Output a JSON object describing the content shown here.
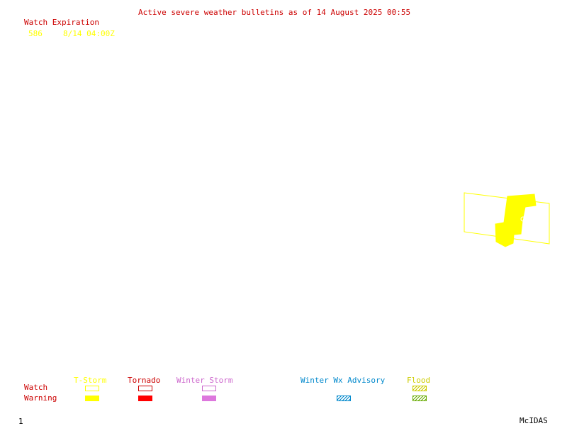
{
  "header": {
    "title": "Active severe weather bulletins as of 14 August 2025 00:55",
    "title_color": "#cc0000"
  },
  "watch_list": {
    "heading": "Watch Expiration",
    "heading_color": "#cc0000",
    "entries": [
      {
        "number": "586",
        "expiration": "8/14 04:00Z",
        "color": "#ffff00"
      }
    ]
  },
  "legend": {
    "row_labels": {
      "watch": "Watch",
      "warning": "Warning"
    },
    "row_label_color": "#cc0000",
    "categories": [
      {
        "name": "T-Storm",
        "color": "#ffff00",
        "watch_fill": "outline",
        "warning_fill": "solid"
      },
      {
        "name": "Tornado",
        "color": "#ff0000",
        "watch_fill": "outline",
        "warning_fill": "solid"
      },
      {
        "name": "Winter Storm",
        "color": "#cc66cc",
        "watch_fill": "outline",
        "warning_fill": "solid"
      },
      {
        "name": "Winter Wx Advisory",
        "color": "#0088cc",
        "watch_fill": "none",
        "warning_fill": "hatched"
      },
      {
        "name": "Flood",
        "color": "#cccc00",
        "warning_color": "#66aa00",
        "watch_fill": "hatched",
        "warning_fill": "hatched"
      }
    ]
  },
  "map": {
    "watch_box_color": "#ffff00",
    "warning_color": "#ffff00"
  },
  "footer": {
    "frame_number": "1",
    "brand": "McIDAS"
  }
}
